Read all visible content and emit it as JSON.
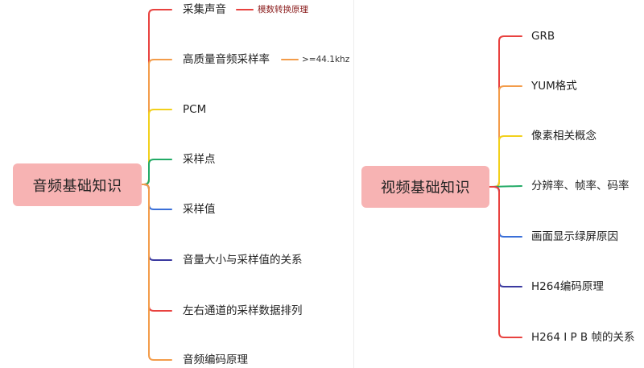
{
  "audio": {
    "root": "音频基础知识",
    "items": [
      {
        "label": "采集声音",
        "color": "#e8423f",
        "note": "模数转换原理",
        "note_color": "#e8423f"
      },
      {
        "label": "高质量音频采样率",
        "color": "#f39c4a",
        "note": ">=44.1khz",
        "note_color": "#f39c4a"
      },
      {
        "label": "PCM",
        "color": "#f2d01c"
      },
      {
        "label": "采样点",
        "color": "#22aa66"
      },
      {
        "label": "采样值",
        "color": "#3a6fd8"
      },
      {
        "label": "音量大小与采样值的关系",
        "color": "#3b3aa0"
      },
      {
        "label": "左右通道的采样数据排列",
        "color": "#e8423f"
      },
      {
        "label": "音频编码原理",
        "color": "#f39c4a"
      }
    ]
  },
  "video": {
    "root": "视频基础知识",
    "items": [
      {
        "label": "GRB",
        "color": "#e8423f"
      },
      {
        "label": "YUM格式",
        "color": "#f39c4a"
      },
      {
        "label": "像素相关概念",
        "color": "#f2d01c"
      },
      {
        "label": "分辨率、帧率、码率",
        "color": "#22aa66"
      },
      {
        "label": "画面显示绿屏原因",
        "color": "#3a6fd8"
      },
      {
        "label": "H264编码原理",
        "color": "#3b3aa0"
      },
      {
        "label": "H264 I P B 帧的关系",
        "color": "#e8423f"
      }
    ]
  }
}
